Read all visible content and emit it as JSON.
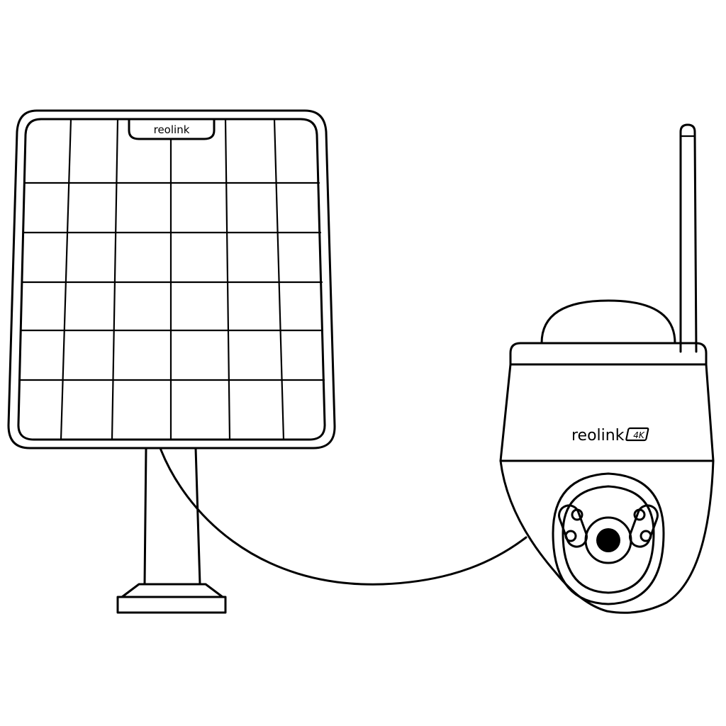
{
  "panel": {
    "brand": "reolink"
  },
  "camera": {
    "brand": "reolink",
    "badge": "4K"
  },
  "colors": {
    "stroke": "#000000",
    "background": "#ffffff"
  }
}
